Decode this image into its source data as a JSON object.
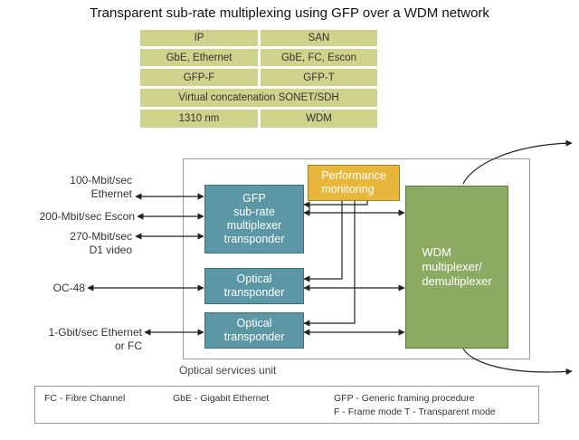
{
  "title": "Transparent sub-rate multiplexing using GFP over a WDM network",
  "protocol_stack": {
    "rows": [
      [
        "IP",
        "SAN"
      ],
      [
        "GbE, Ethernet",
        "GbE, FC, Escon"
      ],
      [
        "GFP-F",
        "GFP-T"
      ],
      [
        "Virtual concatenation SONET/SDH"
      ],
      [
        "1310 nm",
        "WDM"
      ]
    ]
  },
  "inputs": {
    "eth100": "100-Mbit/sec\nEthernet",
    "escon": "200-Mbit/sec Escon",
    "d1video": "270-Mbit/sec\nD1 video",
    "oc48": "OC-48",
    "gbe_fc": "1-Gbit/sec Ethernet\nor FC"
  },
  "blocks": {
    "gfp": "GFP\nsub-rate\nmultiplexer\ntransponder",
    "perf": "Performance\nmonitoring",
    "optical1": "Optical\ntransponder",
    "optical2": "Optical\ntransponder",
    "wdm": "WDM\nmultiplexer/\ndemultiplexer"
  },
  "optical_services_label": "Optical services unit",
  "legend": {
    "fc": "FC - Fibre Channel",
    "gbe": "GbE - Gigabit Ethernet",
    "gfp": "GFP - Generic framing procedure",
    "modes": "F - Frame mode   T - Transparent mode"
  }
}
